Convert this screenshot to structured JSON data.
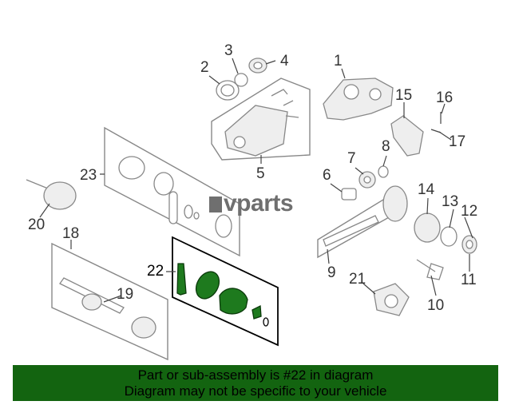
{
  "logo": {
    "text": "vparts"
  },
  "callouts": [
    "1",
    "2",
    "3",
    "4",
    "5",
    "6",
    "7",
    "8",
    "9",
    "10",
    "11",
    "12",
    "13",
    "14",
    "15",
    "16",
    "17",
    "18",
    "19",
    "20",
    "21",
    "22",
    "23"
  ],
  "banner": {
    "line1": "Part or sub-assembly is #22 in diagram",
    "line2": "Diagram may not be specific to your vehicle"
  },
  "colors": {
    "highlight": "#1e7a1e",
    "banner": "#136410"
  }
}
